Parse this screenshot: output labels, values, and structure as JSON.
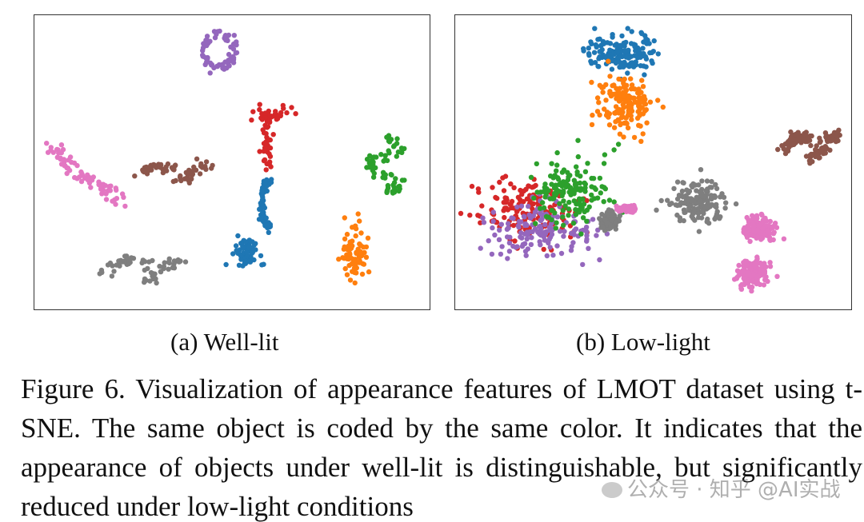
{
  "colors": {
    "blue": "#1f77b4",
    "orange": "#ff7f0e",
    "green": "#2ca02c",
    "red": "#d62728",
    "purple": "#9467bd",
    "brown": "#8c564b",
    "pink": "#e377c2",
    "gray": "#7f7f7f"
  },
  "chart_data": [
    {
      "type": "scatter",
      "caption": "(a) Well-lit",
      "grid": false,
      "legend": "none",
      "point_count_per_cluster": 70,
      "clusters": [
        {
          "color_key": "purple",
          "shape": "ring",
          "center": [
            0.47,
            0.12
          ],
          "spread": [
            0.05,
            0.07
          ]
        },
        {
          "color_key": "red",
          "shape": "hook",
          "center": [
            0.6,
            0.42
          ],
          "spread": [
            0.06,
            0.09
          ]
        },
        {
          "color_key": "green",
          "shape": "snake",
          "center": [
            0.89,
            0.51
          ],
          "spread": [
            0.05,
            0.09
          ]
        },
        {
          "color_key": "pink",
          "shape": "tail",
          "center": [
            0.13,
            0.55
          ],
          "spread": [
            0.09,
            0.11
          ]
        },
        {
          "color_key": "brown",
          "shape": "curve",
          "center": [
            0.35,
            0.55
          ],
          "spread": [
            0.09,
            0.06
          ]
        },
        {
          "color_key": "blue",
          "shape": "arc",
          "center": [
            0.6,
            0.64
          ],
          "spread": [
            0.03,
            0.08
          ]
        },
        {
          "color_key": "blue",
          "shape": "blob",
          "center": [
            0.54,
            0.81
          ],
          "spread": [
            0.03,
            0.05
          ]
        },
        {
          "color_key": "orange",
          "shape": "blob",
          "center": [
            0.81,
            0.82
          ],
          "spread": [
            0.03,
            0.11
          ]
        },
        {
          "color_key": "gray",
          "shape": "curve",
          "center": [
            0.28,
            0.88
          ],
          "spread": [
            0.1,
            0.07
          ]
        }
      ]
    },
    {
      "type": "scatter",
      "caption": "(b) Low-light",
      "grid": false,
      "legend": "none",
      "point_count_per_cluster": 150,
      "clusters": [
        {
          "color_key": "blue",
          "shape": "blob",
          "center": [
            0.43,
            0.13
          ],
          "spread": [
            0.09,
            0.07
          ]
        },
        {
          "color_key": "orange",
          "shape": "blob",
          "center": [
            0.43,
            0.3
          ],
          "spread": [
            0.07,
            0.1
          ]
        },
        {
          "color_key": "brown",
          "shape": "curve",
          "center": [
            0.9,
            0.46
          ],
          "spread": [
            0.07,
            0.08
          ]
        },
        {
          "color_key": "red",
          "shape": "blob",
          "center": [
            0.19,
            0.67
          ],
          "spread": [
            0.14,
            0.11
          ]
        },
        {
          "color_key": "purple",
          "shape": "blob",
          "center": [
            0.21,
            0.73
          ],
          "spread": [
            0.15,
            0.1
          ]
        },
        {
          "color_key": "green",
          "shape": "blob",
          "center": [
            0.3,
            0.6
          ],
          "spread": [
            0.11,
            0.13
          ]
        },
        {
          "color_key": "gray",
          "shape": "blob",
          "center": [
            0.61,
            0.64
          ],
          "spread": [
            0.07,
            0.07
          ]
        },
        {
          "color_key": "gray",
          "shape": "blob",
          "center": [
            0.39,
            0.7
          ],
          "spread": [
            0.02,
            0.03
          ]
        },
        {
          "color_key": "pink",
          "shape": "blob",
          "center": [
            0.77,
            0.73
          ],
          "spread": [
            0.04,
            0.04
          ]
        },
        {
          "color_key": "pink",
          "shape": "blob",
          "center": [
            0.75,
            0.88
          ],
          "spread": [
            0.04,
            0.05
          ]
        },
        {
          "color_key": "pink",
          "shape": "blob",
          "center": [
            0.44,
            0.66
          ],
          "spread": [
            0.02,
            0.01
          ]
        }
      ]
    }
  ],
  "figure": {
    "caption": "Figure 6.  Visualization of appearance features of LMOT dataset using t-SNE. The same object is coded by the same color. It indicates that the appearance of objects under well-lit is distinguishable, but significantly reduced under low-light conditions",
    "watermark": "公众号 · 知乎 @AI实战"
  }
}
